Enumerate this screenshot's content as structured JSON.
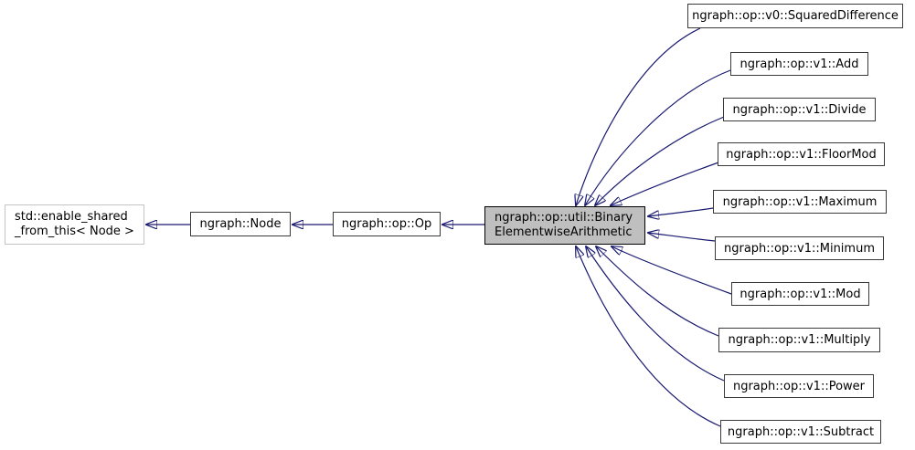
{
  "diagram": {
    "type": "inheritance-graph",
    "colors": {
      "edge": "#191970",
      "highlight": "#bfbfbf",
      "box_border": "#3a3a3a",
      "ext_border": "#c4c4c4"
    },
    "base_chain": {
      "enable_shared": {
        "line1": "std::enable_shared",
        "line2": "_from_this< Node >"
      },
      "node": {
        "label": "ngraph::Node"
      },
      "op": {
        "label": "ngraph::op::Op"
      },
      "binary": {
        "line1": "ngraph::op::util::Binary",
        "line2": "ElementwiseArithmetic"
      }
    },
    "derived": [
      {
        "label": "ngraph::op::v0::SquaredDifference"
      },
      {
        "label": "ngraph::op::v1::Add"
      },
      {
        "label": "ngraph::op::v1::Divide"
      },
      {
        "label": "ngraph::op::v1::FloorMod"
      },
      {
        "label": "ngraph::op::v1::Maximum"
      },
      {
        "label": "ngraph::op::v1::Minimum"
      },
      {
        "label": "ngraph::op::v1::Mod"
      },
      {
        "label": "ngraph::op::v1::Multiply"
      },
      {
        "label": "ngraph::op::v1::Power"
      },
      {
        "label": "ngraph::op::v1::Subtract"
      }
    ]
  }
}
